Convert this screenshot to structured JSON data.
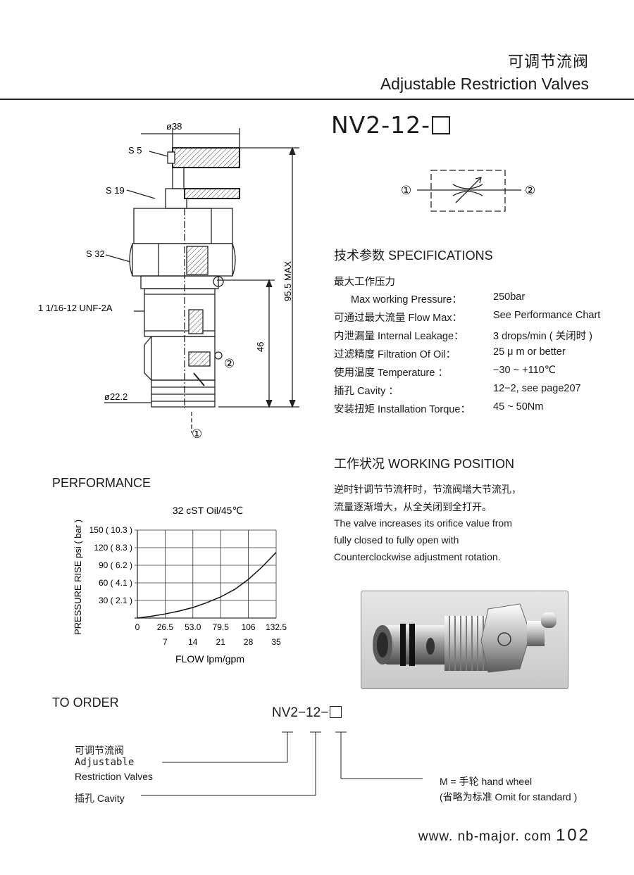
{
  "header": {
    "title_cn": "可调节流阀",
    "title_en": "Adjustable Restriction Valves"
  },
  "model": "NV2-12-",
  "drawing": {
    "dia38": "ø38",
    "s5": "S 5",
    "s19": "S 19",
    "s32": "S 32",
    "thread": "1 1/16-12 UNF-2A",
    "dia22": "ø22.2",
    "dim_max": "95.5 MAX",
    "dim_46": "46",
    "port1": "①",
    "port2": "②"
  },
  "symbol": {
    "port1": "①",
    "port2": "②"
  },
  "specs": {
    "title": "技术参数 SPECIFICATIONS",
    "rows": [
      {
        "label": "最大工作压力",
        "value": ""
      },
      {
        "label": "Max working Pressure：",
        "value": "250bar"
      },
      {
        "label": "可通过最大流量 Flow Max：",
        "value": "See Performance Chart"
      },
      {
        "label": "内泄漏量 Internal Leakage：",
        "value": "3 drops/min ( 关闭时 )"
      },
      {
        "label": "过滤精度 Filtration Of Oil：",
        "value": "25 μ m or better"
      },
      {
        "label": "使用温度 Temperature ：",
        "value": "−30 ~ +110℃"
      },
      {
        "label": "插孔 Cavity ：",
        "value": "12−2, see page207"
      },
      {
        "label": "安装扭矩 Installation Torque：",
        "value": "45 ~ 50Nm"
      }
    ]
  },
  "working": {
    "title": "工作状况 WORKING POSITION",
    "lines": [
      "逆时针调节节流杆时，节流阀增大节流孔，",
      "流量逐渐增大，从全关闭到全打开。",
      "The valve increases its orifice value from",
      "fully closed to fully open with",
      "Counterclockwise adjustment rotation."
    ]
  },
  "performance": {
    "title": "PERFORMANCE"
  },
  "chart_data": {
    "type": "line",
    "title": "32 cST Oil/45℃",
    "xlabel": "FLOW  lpm/gpm",
    "ylabel": "PRESSURE RISE psi ( bar )",
    "x_ticks_lpm": [
      "0",
      "26.5",
      "53.0",
      "79.5",
      "106",
      "132.5"
    ],
    "x_ticks_gpm": [
      "7",
      "14",
      "21",
      "28",
      "35"
    ],
    "y_ticks": [
      "30 ( 2.1 )",
      "60 ( 4.1 )",
      "90 ( 6.2 )",
      "120 ( 8.3 )",
      "150 ( 10.3 )"
    ],
    "xlim": [
      0,
      132.5
    ],
    "ylim": [
      0,
      150
    ],
    "grid": true,
    "series": [
      {
        "x": [
          0,
          13,
          26.5,
          40,
          53,
          66,
          79.5,
          93,
          106,
          119,
          132.5
        ],
        "y": [
          0,
          3,
          7,
          12,
          18,
          26,
          36,
          49,
          66,
          87,
          112
        ]
      }
    ]
  },
  "order": {
    "title": "TO ORDER",
    "code": "NV2−12−",
    "label1_cn": "可调节流阀",
    "label1_en1": "Adjustable",
    "label1_en2": "Restriction Valves",
    "label2": "插孔 Cavity",
    "option1": "M = 手轮  hand wheel",
    "option2": "(省略为标准  Omit for standard )"
  },
  "footer": {
    "url": "www. nb-major. com",
    "page": "102"
  },
  "colors": {
    "line": "#222222",
    "hatch": "#d9c8a0"
  }
}
